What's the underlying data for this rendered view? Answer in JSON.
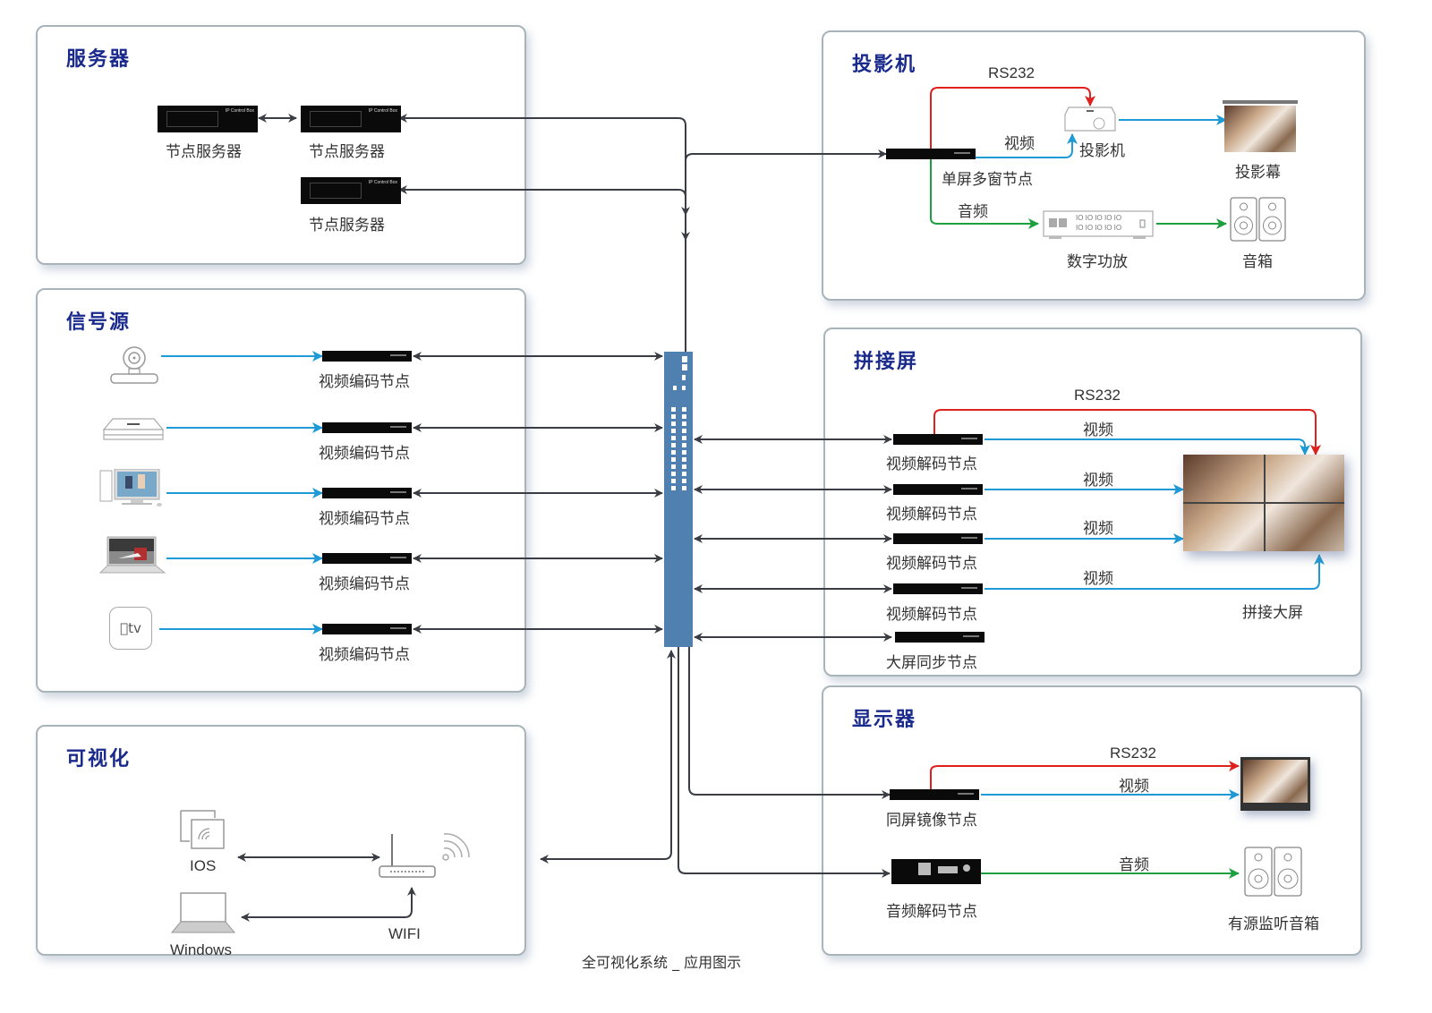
{
  "caption": "全可视化系统 _ 应用图示",
  "panels": {
    "servers": {
      "title": "服务器",
      "nodes": [
        {
          "label": "节点服务器",
          "device_text": "IP Control Box"
        },
        {
          "label": "节点服务器",
          "device_text": "IP Control Box"
        },
        {
          "label": "节点服务器",
          "device_text": "IP Control Box"
        }
      ]
    },
    "sources": {
      "title": "信号源",
      "devices": [
        {
          "icon": "camera-icon"
        },
        {
          "icon": "set-top-box-icon"
        },
        {
          "icon": "desktop-pc-icon"
        },
        {
          "icon": "laptop-icon"
        },
        {
          "icon": "apple-tv-icon",
          "text": "tv"
        }
      ],
      "encoders": [
        "视频编码节点",
        "视频编码节点",
        "视频编码节点",
        "视频编码节点",
        "视频编码节点"
      ]
    },
    "visual": {
      "title": "可视化",
      "ios_label": "IOS",
      "windows_label": "Windows",
      "wifi_label": "WIFI"
    },
    "projector": {
      "title": "投影机",
      "rs232": "RS232",
      "video": "视频",
      "audio": "音频",
      "node_label": "单屏多窗节点",
      "projector_label": "投影机",
      "screen_label": "投影幕",
      "amp_label": "数字功放",
      "speaker_label": "音箱"
    },
    "videowall": {
      "title": "拼接屏",
      "rs232": "RS232",
      "video_labels": [
        "视频",
        "视频",
        "视频",
        "视频"
      ],
      "decoders": [
        "视频解码节点",
        "视频解码节点",
        "视频解码节点",
        "视频解码节点"
      ],
      "sync_node": "大屏同步节点",
      "wall_label": "拼接大屏"
    },
    "display": {
      "title": "显示器",
      "rs232": "RS232",
      "video": "视频",
      "audio": "音频",
      "mirror_node": "同屏镜像节点",
      "audio_node": "音频解码节点",
      "speaker_label": "有源监听音箱"
    }
  },
  "colors": {
    "title": "#1a2a8c",
    "rs232": "#e0201c",
    "video": "#1e9ad6",
    "audio": "#1fa040",
    "network": "#3a3d44",
    "switch": "#4f80b0"
  }
}
